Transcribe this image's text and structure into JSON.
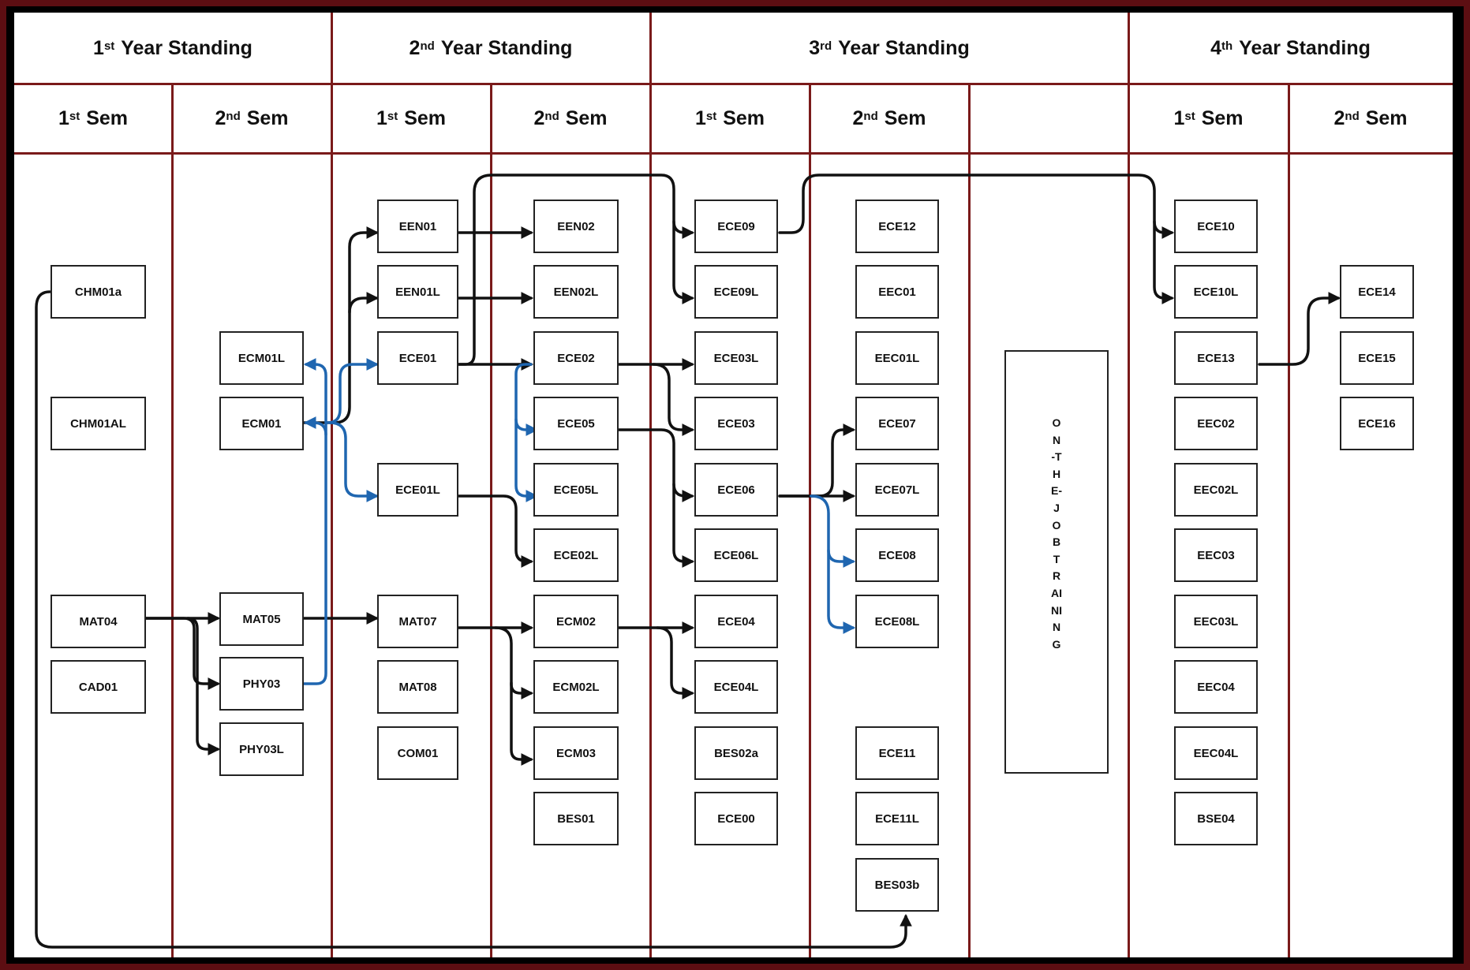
{
  "years": [
    {
      "ord": "1",
      "sup": "st",
      "label": "Year Standing"
    },
    {
      "ord": "2",
      "sup": "nd",
      "label": "Year Standing"
    },
    {
      "ord": "3",
      "sup": "rd",
      "label": "Year Standing"
    },
    {
      "ord": "4",
      "sup": "th",
      "label": "Year Standing"
    }
  ],
  "semesters": [
    {
      "ord": "1",
      "sup": "st",
      "label": "Sem"
    },
    {
      "ord": "2",
      "sup": "nd",
      "label": "Sem"
    },
    {
      "ord": "1",
      "sup": "st",
      "label": "Sem"
    },
    {
      "ord": "2",
      "sup": "nd",
      "label": "Sem"
    },
    {
      "ord": "1",
      "sup": "st",
      "label": "Sem"
    },
    {
      "ord": "2",
      "sup": "nd",
      "label": "Sem"
    },
    {
      "ord": "",
      "sup": "",
      "label": ""
    },
    {
      "ord": "1",
      "sup": "st",
      "label": "Sem"
    },
    {
      "ord": "2",
      "sup": "nd",
      "label": "Sem"
    }
  ],
  "courses": {
    "y1s1": [
      "CHM01a",
      "CHM01AL",
      "MAT04",
      "CAD01"
    ],
    "y1s2": [
      "ECM01L",
      "ECM01",
      "MAT05",
      "PHY03",
      "PHY03L"
    ],
    "y2s1": [
      "EEN01",
      "EEN01L",
      "ECE01",
      "ECE01L",
      "MAT07",
      "MAT08",
      "COM01"
    ],
    "y2s2": [
      "EEN02",
      "EEN02L",
      "ECE02",
      "ECE05",
      "ECE05L",
      "ECE02L",
      "ECM02",
      "ECM02L",
      "ECM03",
      "BES01"
    ],
    "y3s1": [
      "ECE09",
      "ECE09L",
      "ECE03L",
      "ECE03",
      "ECE06",
      "ECE06L",
      "ECE04",
      "ECE04L",
      "BES02a",
      "ECE00"
    ],
    "y3s2": [
      "ECE12",
      "EEC01",
      "EEC01L",
      "ECE07",
      "ECE07L",
      "ECE08",
      "ECE08L",
      "ECE11",
      "ECE11L",
      "BES03b"
    ],
    "y4s1": [
      "ECE10",
      "ECE10L",
      "ECE13",
      "EEC02",
      "EEC02L",
      "EEC03",
      "EEC03L",
      "EEC04",
      "EEC04L",
      "BSE04"
    ],
    "y4s2": [
      "ECE14",
      "ECE15",
      "ECE16"
    ]
  },
  "ojt_label": "ON-THE-JOB TRAINING",
  "colors": {
    "border": "#5c0e12",
    "grid": "#7a1a1a",
    "arrow_black": "#111111",
    "arrow_blue": "#1f66b0"
  }
}
